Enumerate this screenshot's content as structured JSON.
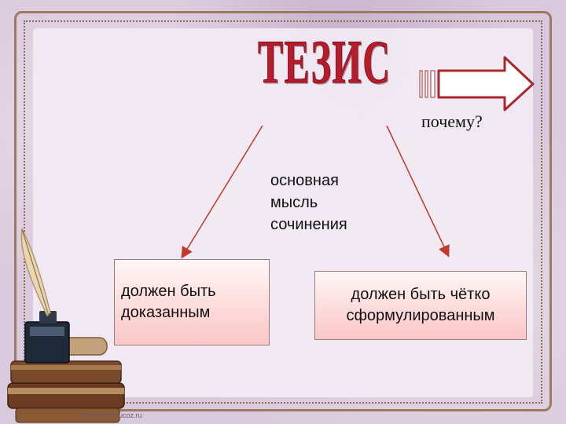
{
  "title": "ТЕЗИС",
  "arrow_label": "почему?",
  "center_lines": [
    "основная",
    "мысль",
    "сочинения"
  ],
  "left_box_lines": [
    "должен быть",
    "доказанным"
  ],
  "right_box_lines": [
    "должен быть чётко",
    "сформулированным"
  ],
  "watermark": "elenaranko.ucoz.ru",
  "colors": {
    "title": "#b71c2c",
    "arrows": "#c0392b",
    "box_fill": "#fbc6c6",
    "background": "#d9c9dc"
  },
  "icons": [
    "right-arrow-icon",
    "quill-inkwell-books-illustration"
  ]
}
